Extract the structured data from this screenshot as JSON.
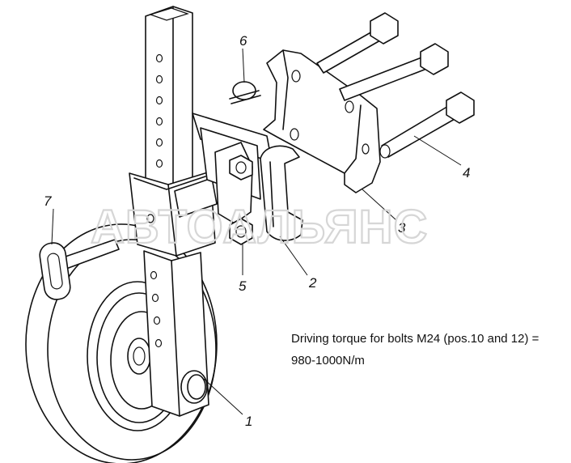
{
  "watermark": "АВТОАЛЬЯНС",
  "callouts": {
    "c1": "1",
    "c2": "2",
    "c3": "3",
    "c4": "4",
    "c5": "5",
    "c6": "6",
    "c7": "7"
  },
  "note": {
    "line1": "Driving torque for bolts M24 (pos.10 and 12) =",
    "line2": "980-1000N/m"
  }
}
